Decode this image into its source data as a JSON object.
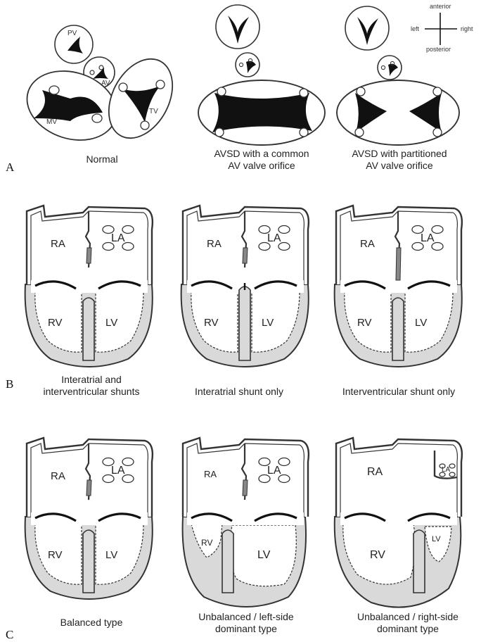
{
  "panels": {
    "A": "A",
    "B": "B",
    "C": "C"
  },
  "orientation": {
    "anterior": "anterior",
    "posterior": "posterior",
    "left": "left",
    "right": "right"
  },
  "valve_labels": {
    "pv": "PV",
    "av": "AV",
    "mv": "MV",
    "tv": "TV"
  },
  "chamber_labels": {
    "ra": "RA",
    "la": "LA",
    "rv": "RV",
    "lv": "LV"
  },
  "captions": {
    "a1": [
      "Normal"
    ],
    "a2": [
      "AVSD with a common",
      "AV valve orifice"
    ],
    "a3": [
      "AVSD with partitioned",
      "AV valve orifice"
    ],
    "b1": [
      "Interatrial and",
      "interventricular shunts"
    ],
    "b2": [
      "Interatrial shunt only"
    ],
    "b3": [
      "Interventricular shunt only"
    ],
    "c1": [
      "Balanced type"
    ],
    "c2": [
      "Unbalanced / left-side",
      "dominant type"
    ],
    "c3": [
      "Unbalanced / right-side",
      "dominant type"
    ]
  },
  "colors": {
    "line": "#333333",
    "fill": "#d9d9d9",
    "black": "#111111"
  }
}
